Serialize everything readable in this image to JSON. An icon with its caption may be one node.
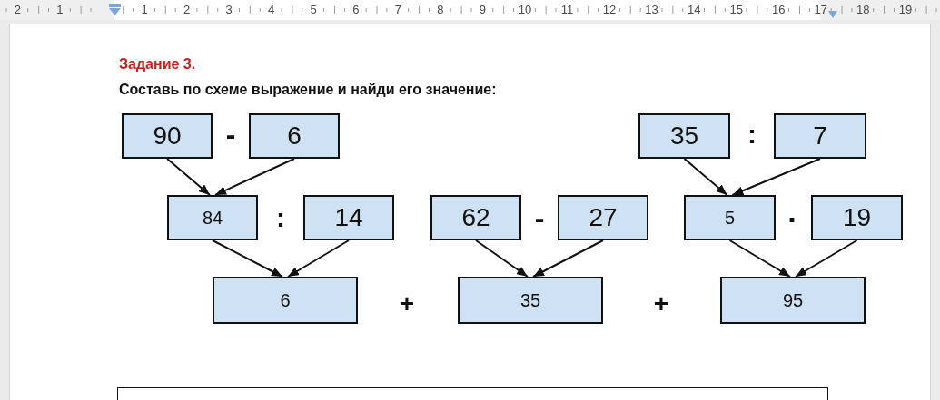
{
  "diagram": {
    "title": "Задание 3.",
    "nodes": [
      {
        "text": [
          "90"
        ]
      },
      {
        "text": [
          "6"
        ]
      },
      {
        "text": [
          "35"
        ]
      },
      {
        "text": [
          "7"
        ]
      },
      {
        "text": [
          "84"
        ]
      },
      {
        "text": [
          "14"
        ]
      },
      {
        "text": [
          "62"
        ]
      },
      {
        "text": [
          "27"
        ]
      },
      {
        "text": [
          "5"
        ]
      },
      {
        "text": [
          "19"
        ]
      },
      {
        "text": [
          "6"
        ]
      },
      {
        "text": [
          "35"
        ]
      },
      {
        "text": [
          "95"
        ]
      }
    ],
    "edges": [
      {
        "from": 0,
        "to": 4,
        "arrow": "to"
      },
      {
        "from": 1,
        "to": 4,
        "arrow": "to"
      },
      {
        "from": 2,
        "to": 8,
        "arrow": "to"
      },
      {
        "from": 3,
        "to": 8,
        "arrow": "to"
      },
      {
        "from": 4,
        "to": 10,
        "arrow": "to"
      },
      {
        "from": 5,
        "to": 10,
        "arrow": "to"
      },
      {
        "from": 6,
        "to": 11,
        "arrow": "to"
      },
      {
        "from": 7,
        "to": 11,
        "arrow": "to"
      },
      {
        "from": 8,
        "to": 12,
        "arrow": "to"
      },
      {
        "from": 9,
        "to": 12,
        "arrow": "to"
      }
    ],
    "labels": [
      "2",
      "1",
      "1",
      "2",
      "3",
      "4",
      "5",
      "6",
      "7",
      "8",
      "9",
      "10",
      "11",
      "12",
      "13",
      "14",
      "15",
      "16",
      "17",
      "18",
      "19",
      "Составь по схеме выражение и найди его значение:",
      "-",
      ":",
      ":",
      "-",
      "·",
      "+",
      "+"
    ]
  }
}
